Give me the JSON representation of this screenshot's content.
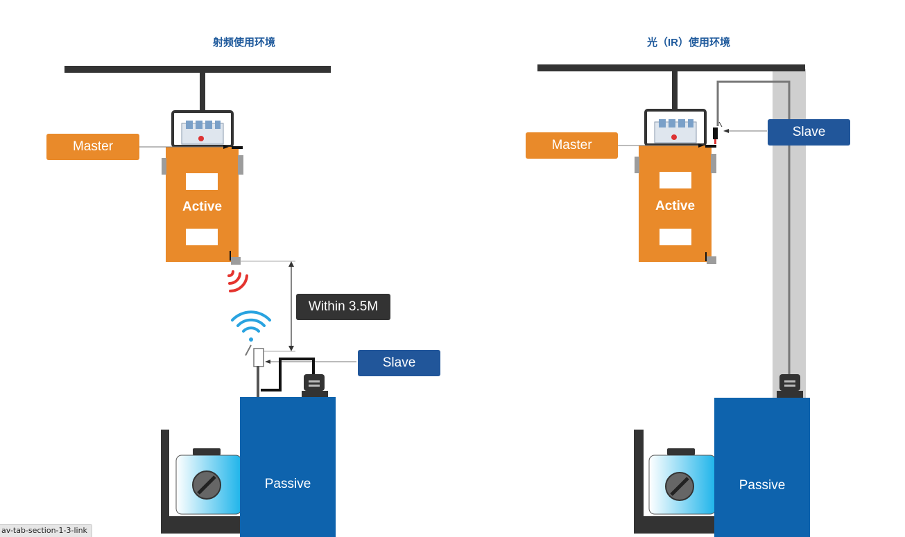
{
  "left_panel": {
    "title": "射频使用环境",
    "master_label": "Master",
    "active_label": "Active",
    "distance_label": "Within 3.5M",
    "slave_label": "Slave",
    "passive_label": "Passive"
  },
  "right_panel": {
    "title": "光（IR）使用环境",
    "master_label": "Master",
    "active_label": "Active",
    "slave_label": "Slave",
    "passive_label": "Passive"
  },
  "status_bar": {
    "link_text": "av-tab-section-1-3-link"
  },
  "colors": {
    "orange": "#e98a2a",
    "blue_panel": "#0e63ad",
    "label_blue": "#21569a",
    "rail": "#333333",
    "rf_wave": "#e4342f",
    "wifi_wave": "#29a3e0"
  }
}
